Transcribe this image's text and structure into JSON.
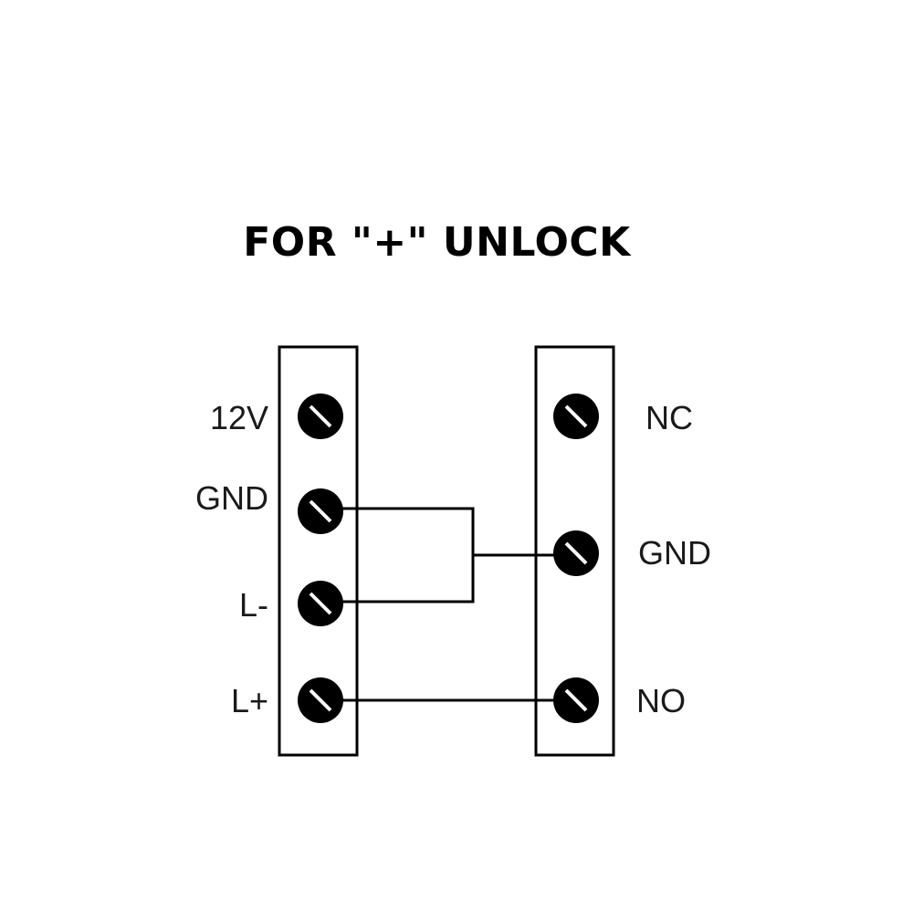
{
  "title": "FOR \"+\" UNLOCK",
  "colors": {
    "ink": "#000000",
    "label": "#1a1a1a",
    "background": "#ffffff"
  },
  "left_block": {
    "terminals": [
      {
        "id": "12v",
        "label": "12V"
      },
      {
        "id": "gnd",
        "label": "GND"
      },
      {
        "id": "l-minus",
        "label": "L-"
      },
      {
        "id": "l-plus",
        "label": "L+"
      }
    ]
  },
  "right_block": {
    "terminals": [
      {
        "id": "nc",
        "label": "NC"
      },
      {
        "id": "gnd",
        "label": "GND"
      },
      {
        "id": "no",
        "label": "NO"
      }
    ]
  },
  "connections": [
    {
      "from": "left.gnd",
      "to": "right.gnd"
    },
    {
      "from": "left.l-minus",
      "to": "right.gnd"
    },
    {
      "from": "left.l-plus",
      "to": "right.no"
    }
  ],
  "icons": {
    "terminal": "screw-terminal-icon"
  }
}
